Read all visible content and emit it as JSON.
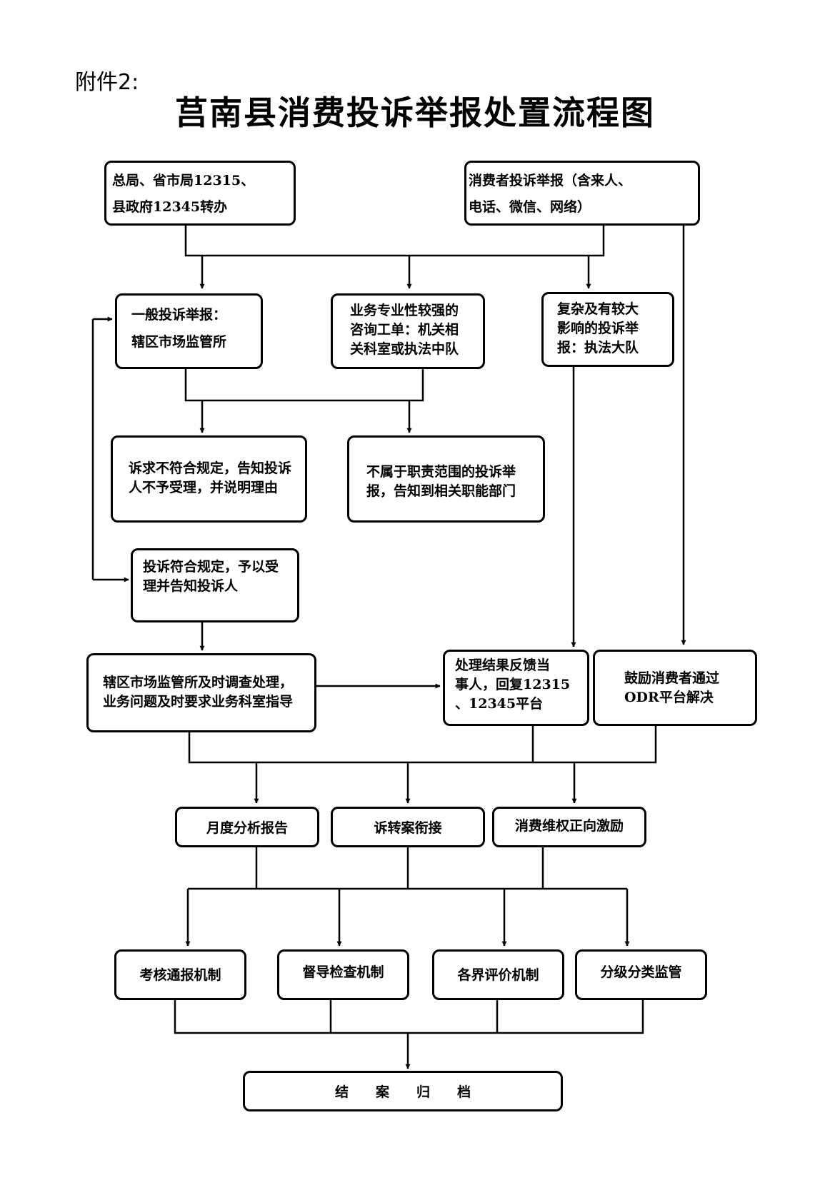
{
  "header": {
    "attachment": "附件2:",
    "title": "莒南县消费投诉举报处置流程图"
  },
  "nodes": {
    "source_transfer": "总局、省市局12315、\n县政府12345转办",
    "source_consumer": "消费者投诉举报（含来人、\n电话、微信、网络）",
    "general_complaint": "一般投诉举报：\n辖区市场监管所",
    "professional_inquiry": "业务专业性较强的\n咨询工单：机关相\n关科室或执法中队",
    "complex_complaint": "复杂及有较大\n影响的投诉举\n报：执法大队",
    "reject_noncompliant": "诉求不符合规定，告知投诉\n人不予受理，并说明理由",
    "not_in_scope": "不属于职责范围的投诉举\n报，告知到相关职能部门",
    "accept_compliant": "投诉符合规定，予以受\n理并告知投诉人",
    "investigate": "辖区市场监管所及时调查处理，\n业务问题及时要求业务科室指导",
    "feedback_result": "处理结果反馈当\n事人，回复12315\n、12345平台",
    "odr_platform": "鼓励消费者通过\nODR平台解决",
    "monthly_report": "月度分析报告",
    "litigation_link": "诉转案衔接",
    "positive_incentive": "消费维权正向激励",
    "assessment_mechanism": "考核通报机制",
    "supervision_mechanism": "督导检查机制",
    "evaluation_mechanism": "各界评价机制",
    "classified_supervision": "分级分类监管",
    "case_closed": "结　　案　　归　　档"
  }
}
